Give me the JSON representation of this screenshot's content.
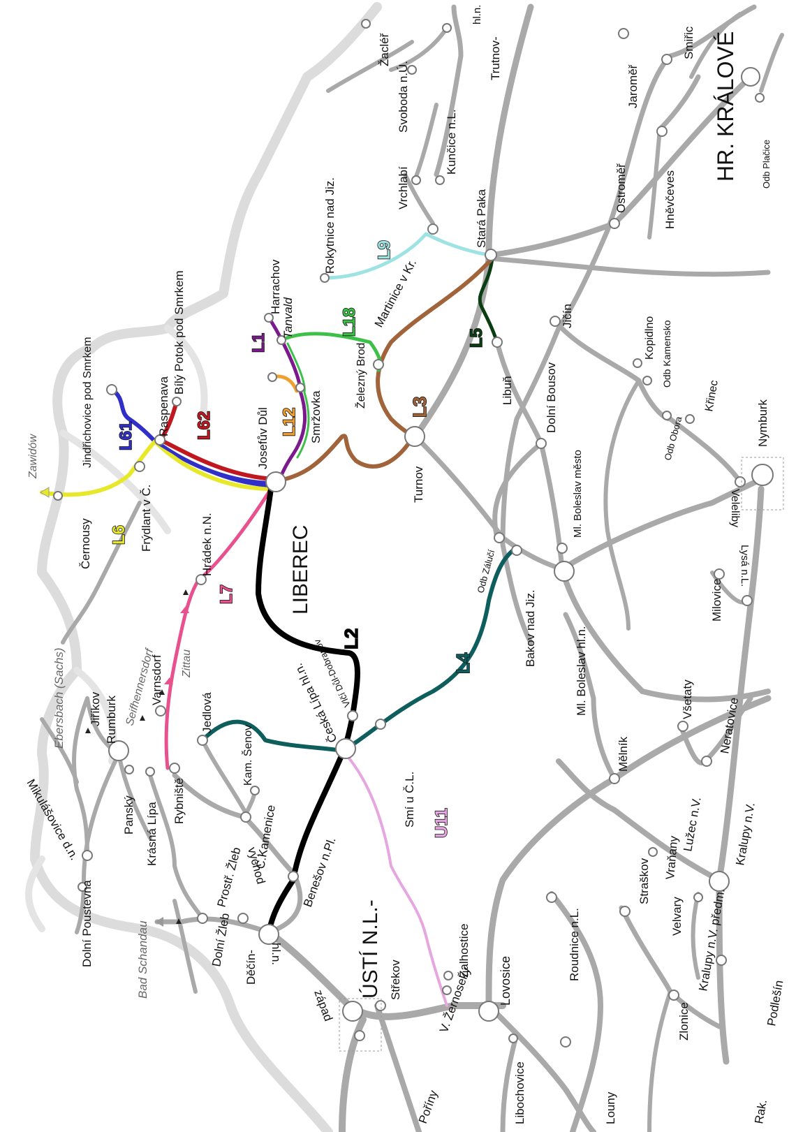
{
  "map": {
    "foreign_places": [
      "Zawidów",
      "Ebersbach (Sachs)",
      "Seifhennersdorf",
      "Zittau",
      "Bad Schandau"
    ],
    "line_codes": [
      {
        "code": "L1",
        "color": "#7a1a8c"
      },
      {
        "code": "L2",
        "color": "#000000"
      },
      {
        "code": "L3",
        "color": "#a0633a"
      },
      {
        "code": "L4",
        "color": "#0f5e5e"
      },
      {
        "code": "L5",
        "color": "#0b3d12"
      },
      {
        "code": "L6",
        "color": "#e8e82a"
      },
      {
        "code": "L7",
        "color": "#e8508e"
      },
      {
        "code": "L9",
        "color": "#9ee3e3"
      },
      {
        "code": "L12",
        "color": "#f0a030"
      },
      {
        "code": "L18",
        "color": "#3cc048"
      },
      {
        "code": "L61",
        "color": "#3030c8"
      },
      {
        "code": "L62",
        "color": "#c01820"
      },
      {
        "code": "U11",
        "color": "#e6a6e0"
      }
    ],
    "major_cities": [
      "LIBEREC",
      "ÚSTÍ N.L.-",
      "HR. KRÁLOVÉ"
    ],
    "stations": [
      "Žacléř",
      "Svoboda n.Ú.",
      "Trutnov-",
      "hl.n.",
      "Kunčice n.L.",
      "Vrchlabí",
      "Rokytnice nad Jiz.",
      "Harrachov",
      "Tanvald",
      "Martinice v Kr.",
      "Stará Paka",
      "Jaroměř",
      "Smiřic",
      "Ostroměř",
      "Hněvčeves",
      "Odb Plačice",
      "Jičín",
      "Kopidlno",
      "Odb Kamensko",
      "Křinec",
      "Odb Obora",
      "Veleliby",
      "Nymburk",
      "Dolní Bousov",
      "Libuň",
      "Železný Brod",
      "Smržovka",
      "Josefův Důl",
      "Bílý Potok pod Smrkem",
      "Raspenava",
      "Jindřichovice pod Smrkem",
      "Frýdlant v Č.",
      "Černousy",
      "Hrádek n.N.",
      "Turnov",
      "Odb Zálučí",
      "Bakov nad Jiz.",
      "Ml. Boleslav město",
      "Ml. Boleslav hl.n.",
      "Milovice",
      "Lysá n.L.",
      "Všetaty",
      "Neratovice",
      "Mělník",
      "Kralupy n.V.",
      "Lužec n.V.",
      "Vraňany",
      "Straškov",
      "Velvary",
      "Kralupy n.V. předm.",
      "Zlonice",
      "Podlešín",
      "Roudnice n.L.",
      "Lovosice",
      "Žalhostice",
      "V. Žernoseky",
      "Střekov",
      "Smí u Č.L.",
      "Česká Lípa hl.n.",
      "Vlčí Důl-Dobranov",
      "Benešov n.Pl.",
      "Č.Kamenice",
      "Kam. Šenov",
      "Jedlová",
      "Varnsdorf",
      "Rumburk",
      "Jiříkov",
      "Mikulášovice d.n.",
      "Panský",
      "Krásná Lípa",
      "Rybniště",
      "Dolní Poustevna",
      "Dolní Žleb",
      "Prostř. Žleb",
      "Děčín-",
      "hl.n.",
      "východ",
      "západ",
      "Libochovice",
      "Poříny",
      "Louny",
      "Rak."
    ]
  }
}
